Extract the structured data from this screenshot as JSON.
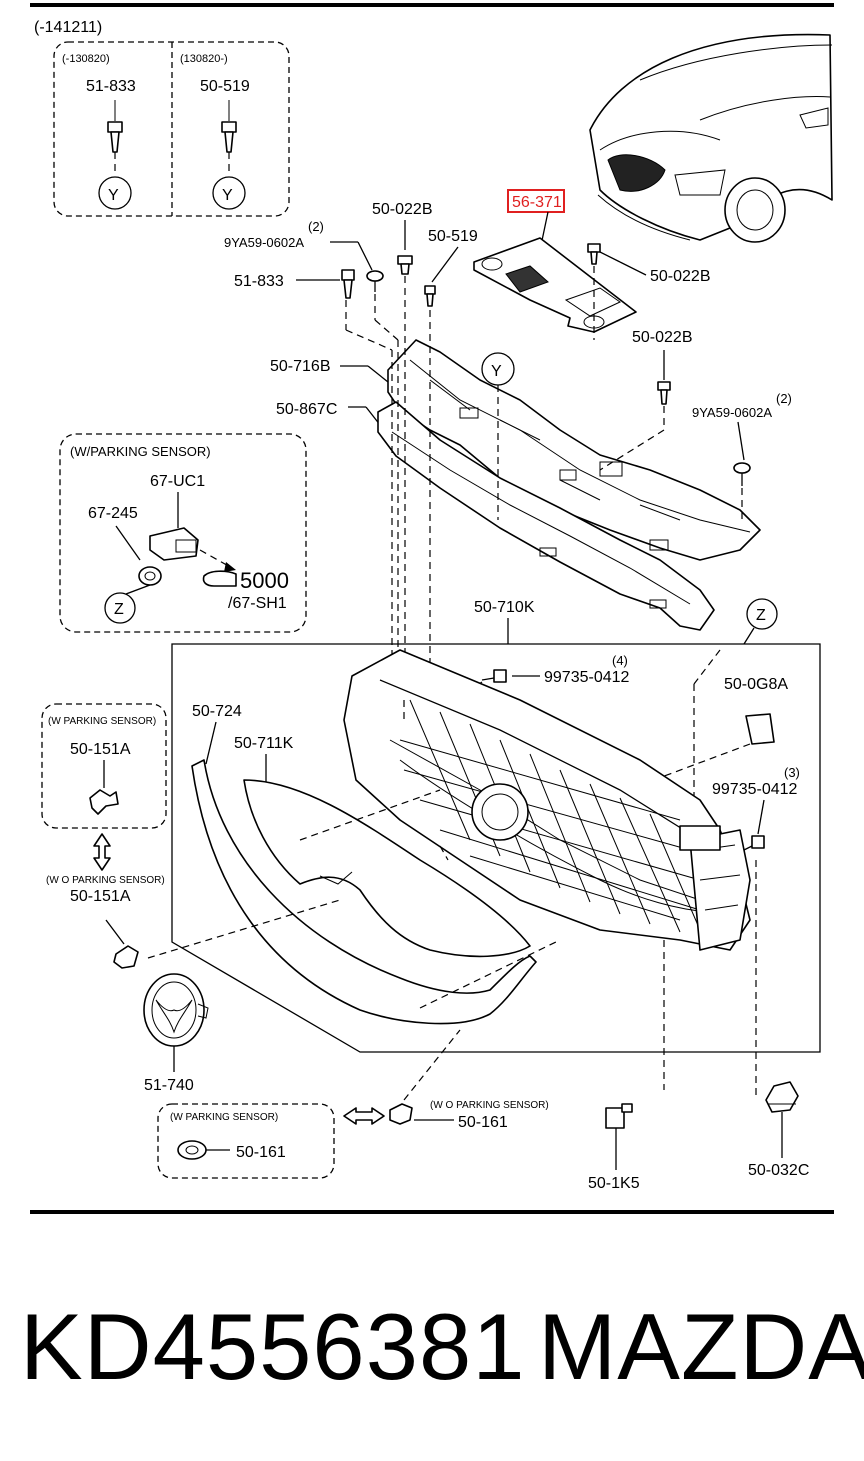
{
  "diagram": {
    "header_date": "(-141211)",
    "y_box": {
      "left_range": "(-130820)",
      "right_range": "(130820-)",
      "left_part": "51-833",
      "right_part": "50-519",
      "left_ref": "Y",
      "right_ref": "Y"
    },
    "upper": {
      "qty_9ya_top": "(2)",
      "label_9ya_top": "9YA59-0602A",
      "label_022b_top": "50-022B",
      "label_519": "50-519",
      "label_833": "51-833",
      "label_highlight": "56-371",
      "label_022b_right": "50-022B",
      "label_022b_mid": "50-022B",
      "qty_9ya_right": "(2)",
      "label_9ya_right": "9YA59-0602A",
      "label_716b": "50-716B",
      "label_867c": "50-867C",
      "ref_y": "Y"
    },
    "sensor_box": {
      "title": "(W/PARKING SENSOR)",
      "label_uc1": "67-UC1",
      "label_245": "67-245",
      "ref_z": "Z",
      "ref_page": "5000",
      "ref_sub": "/67-SH1"
    },
    "grille": {
      "label_710k": "50-710K",
      "ref_z": "Z",
      "qty_4": "(4)",
      "label_99735_4": "99735-0412",
      "label_0g8a": "50-0G8A",
      "qty_3": "(3)",
      "label_99735_3": "99735-0412",
      "label_724": "50-724",
      "label_711k": "50-711K"
    },
    "left_side": {
      "box_title": "(W PARKING SENSOR)",
      "box_label": "50-151A",
      "wo_title": "(W O PARKING SENSOR)",
      "wo_label": "50-151A",
      "emblem_label": "51-740"
    },
    "bottom": {
      "sensor_box_title": "(W PARKING SENSOR)",
      "sensor_box_label": "50-161",
      "wo_title": "(W O PARKING SENSOR)",
      "wo_label": "50-161",
      "label_1k5": "50-1K5",
      "label_032c": "50-032C"
    },
    "highlight_color": "#e02020"
  },
  "footer": {
    "part_code": "KD4556381",
    "brand": "MAZDA"
  }
}
